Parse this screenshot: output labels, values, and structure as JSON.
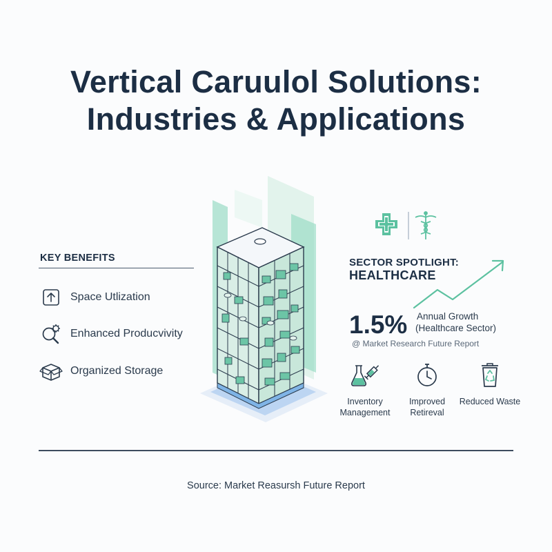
{
  "title": {
    "line1": "Vertical Caruulol Solutions:",
    "line2": "Industries & Applications"
  },
  "key_benefits": {
    "heading": "KEY BENEFITS",
    "items": [
      {
        "label": "Space Utlization",
        "icon": "arrow-up-box-icon"
      },
      {
        "label": "Enhanced Producvivity",
        "icon": "magnifier-gear-icon"
      },
      {
        "label": "Organized Storage",
        "icon": "box-icon"
      }
    ]
  },
  "spotlight": {
    "label": "SECTOR SPOTLIGHT:",
    "sector": "HEALTHCARE",
    "growth_value": "1.5%",
    "growth_label_1": "Annual Growth",
    "growth_label_2": "(Healthcare Sector)",
    "report": "@ Market Research Future Report",
    "benefits": [
      {
        "line1": "Inventory",
        "line2": "Management",
        "icon": "flask-syringe-icon"
      },
      {
        "line1": "Improved",
        "line2": "Retireval",
        "icon": "stopwatch-icon"
      },
      {
        "line1": "Reduced Waste",
        "line2": "",
        "icon": "recycle-bin-icon"
      }
    ]
  },
  "source": "Source: Market Reasursh Future Report",
  "colors": {
    "accent_green": "#5cc1a0",
    "navy": "#1c2e44"
  }
}
